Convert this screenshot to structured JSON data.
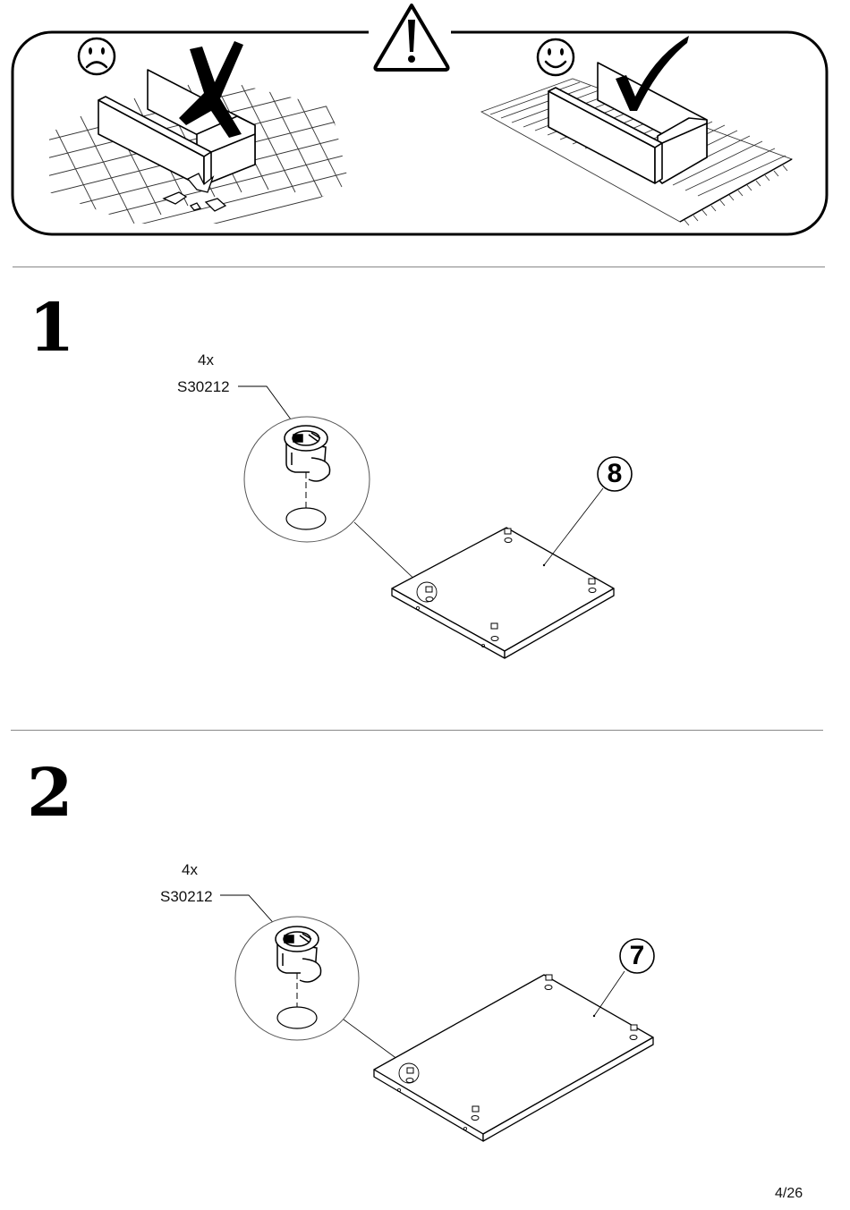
{
  "warning": {
    "icons": {
      "alert": "warning-triangle-icon",
      "sad": "sad-face-icon",
      "happy": "happy-face-icon",
      "wrong": "cross-mark-icon",
      "right": "check-mark-icon"
    }
  },
  "steps": [
    {
      "number": "1",
      "quantity": "4x",
      "code": "S30212",
      "part": "8"
    },
    {
      "number": "2",
      "quantity": "4x",
      "code": "S30212",
      "part": "7"
    }
  ],
  "page": {
    "number": "4/26"
  }
}
